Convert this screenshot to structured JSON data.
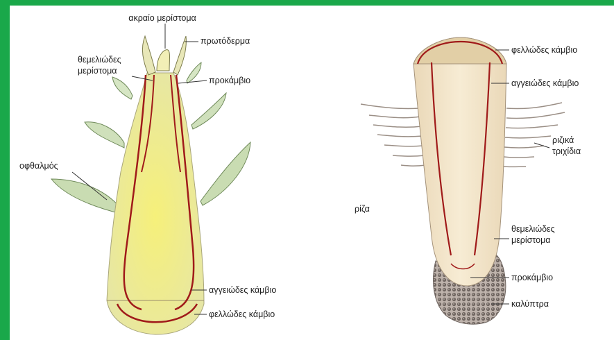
{
  "shoot": {
    "labels": {
      "apical_meristem": "ακραίο μερίστομα",
      "protoderm": "πρωτόδερμα",
      "ground_meristem_l1": "θεμελιώδες",
      "ground_meristem_l2": "μερίστομα",
      "procambium": "προκάμβιο",
      "bud": "οφθαλμός",
      "vascular_cambium": "αγγειώδες κάμβιο",
      "cork_cambium": "φελλώδες κάμβιο"
    }
  },
  "root": {
    "title": "ρίζα",
    "labels": {
      "cork_cambium": "φελλώδες κάμβιο",
      "vascular_cambium": "αγγειώδες κάμβιο",
      "root_hairs_l1": "ριζικά",
      "root_hairs_l2": "τριχίδια",
      "ground_meristem_l1": "θεμελιώδες",
      "ground_meristem_l2": "μερίστομα",
      "procambium": "προκάμβιο",
      "root_cap": "καλύπτρα"
    }
  },
  "colors": {
    "frame": "#1aa84a",
    "stem_fill": "#eeeb92",
    "stem_core": "#f6f07a",
    "root_fill": "#f2e4c4",
    "vascular_strand": "#a01a1a",
    "leaf": "#c9dcb2",
    "root_cap": "#8a7f7a"
  }
}
